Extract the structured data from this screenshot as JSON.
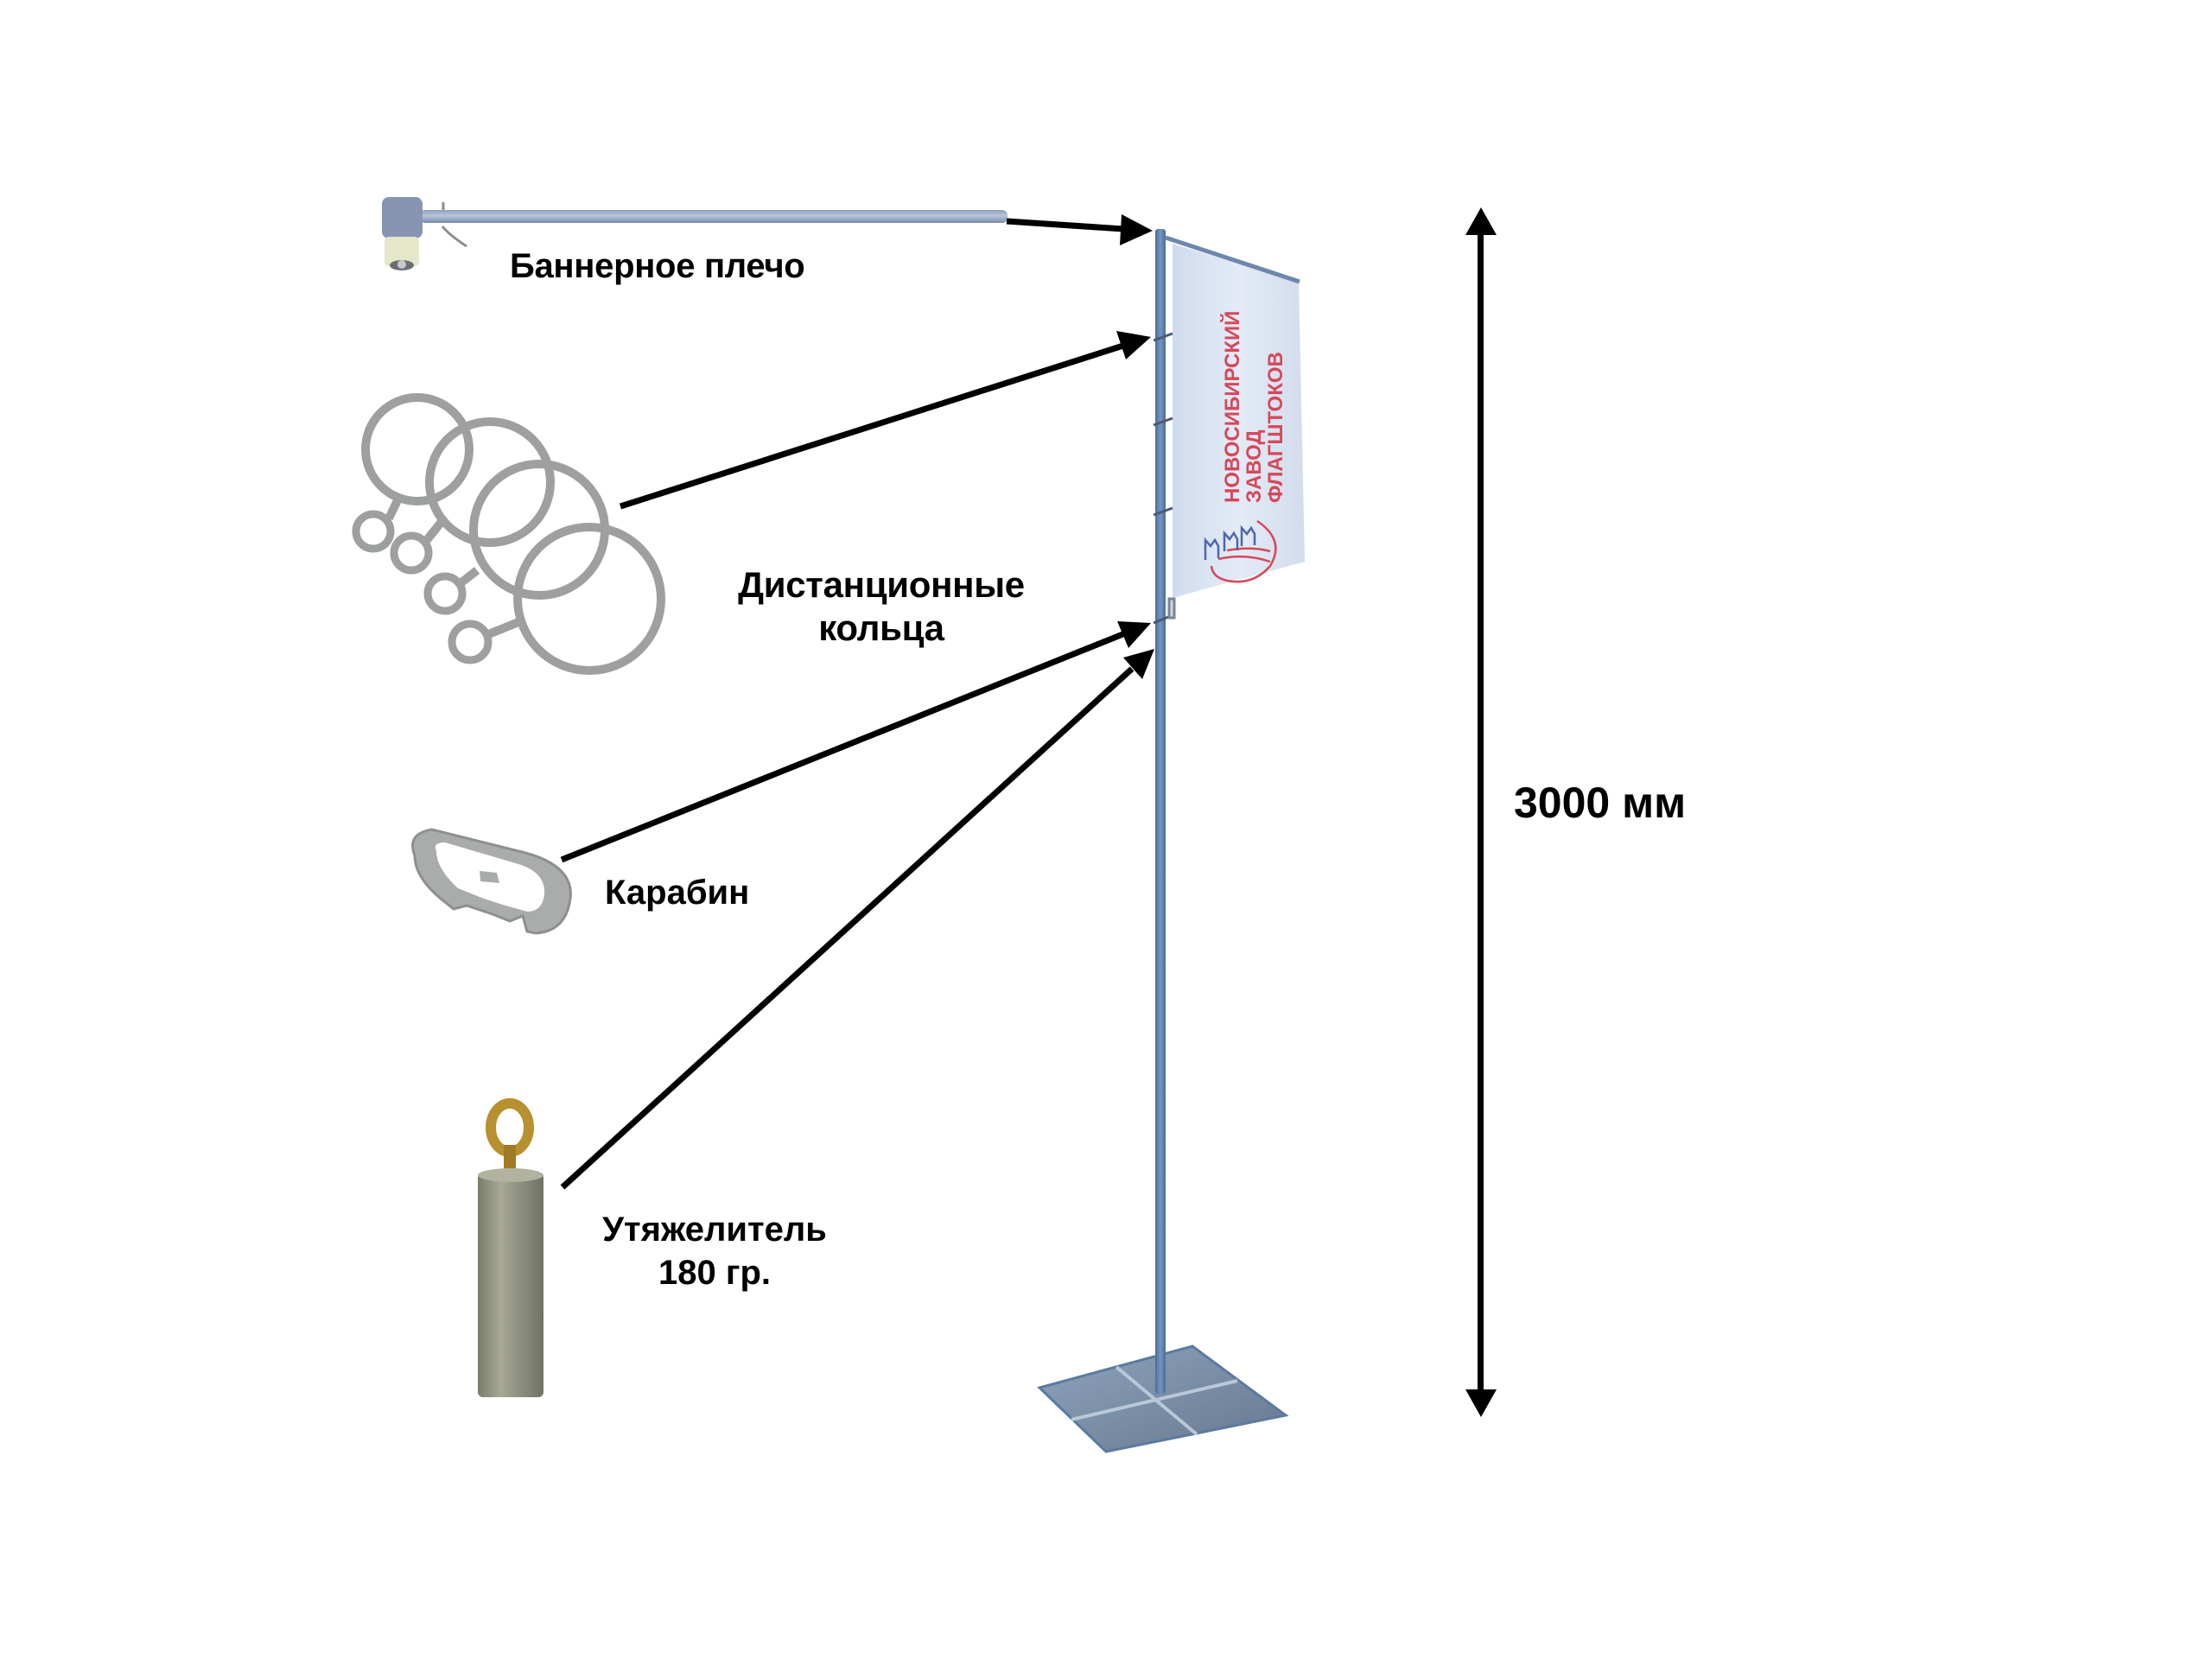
{
  "title": "Комплект флагштока с баннерным плечом",
  "components": {
    "banner_arm": {
      "label": "Баннерное плечо",
      "icon": "banner-arm-icon"
    },
    "spacer_rings": {
      "label_lines": [
        "Дистанционные",
        "кольца"
      ],
      "icon": "spacer-rings-icon"
    },
    "carabiner": {
      "label": "Карабин",
      "icon": "carabiner-icon"
    },
    "weight": {
      "label_lines": [
        "Утяжелитель",
        "180 гр."
      ],
      "weight_value": 180,
      "weight_unit": "гр.",
      "icon": "weight-icon"
    }
  },
  "flagpole": {
    "height_label": "3000 мм",
    "height_value": 3000,
    "height_unit": "мм",
    "flag": {
      "text_lines": [
        "НОВОСИБИРСКИЙ",
        "ЗАВОД",
        "ФЛАГШТОКОВ"
      ],
      "logo": "castle-towers-logo"
    }
  },
  "colors": {
    "pole": "#5f82ad",
    "flag_fabric": "#dde6f3",
    "flag_text": "#d6485a",
    "logo_blue": "#4d66b0",
    "accessory_gray": "#9b9e9d",
    "arrow": "#000000",
    "brass": "#b8902f"
  }
}
